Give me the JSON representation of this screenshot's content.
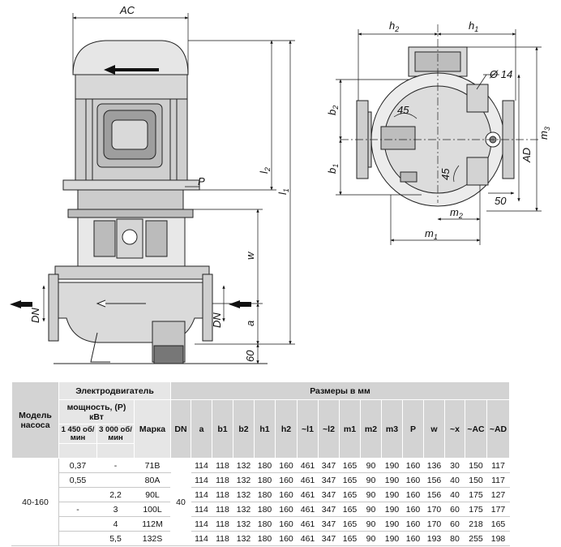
{
  "drawing": {
    "labels": {
      "AC": "AC",
      "h2": "h",
      "h2_sub": "2",
      "h1": "h",
      "h1_sub": "1",
      "d14": "Ø 14",
      "b2": "b",
      "b2_sub": "2",
      "b1": "b",
      "b1_sub": "1",
      "a45_top": "45",
      "a45_side": "45",
      "m3": "m",
      "m3_sub": "3",
      "AD": "AD",
      "d50": "50",
      "m2": "m",
      "m2_sub": "2",
      "m1": "m",
      "m1_sub": "1",
      "l2": "l",
      "l2_sub": "2",
      "l1": "l",
      "l1_sub": "1",
      "P": "P",
      "w": "w",
      "DN_left": "DN",
      "DN_right": "DN",
      "a": "a",
      "d60": "60"
    }
  },
  "table": {
    "h_model": "Модель насоса",
    "h_motor": "Электродвигатель",
    "h_dims": "Размеры в мм",
    "h_power": "мощность, (P) кВт",
    "h_rpm1": "1 450 об/мин",
    "h_rpm2": "3 000 об/мин",
    "h_brand": "Марка",
    "cols": [
      "DN",
      "a",
      "b1",
      "b2",
      "h1",
      "h2",
      "~l1",
      "~l2",
      "m1",
      "m2",
      "m3",
      "P",
      "w",
      "~x",
      "~AC",
      "~AD"
    ],
    "model": "40-160",
    "dn": "40",
    "rows": [
      {
        "p1450": "0,37",
        "p3000": "-",
        "brand": "71B",
        "vals": [
          "114",
          "118",
          "132",
          "180",
          "160",
          "461",
          "347",
          "165",
          "90",
          "190",
          "160",
          "136",
          "30",
          "150",
          "117"
        ]
      },
      {
        "p1450": "0,55",
        "p3000": "",
        "brand": "80A",
        "vals": [
          "114",
          "118",
          "132",
          "180",
          "160",
          "461",
          "347",
          "165",
          "90",
          "190",
          "160",
          "156",
          "40",
          "150",
          "117"
        ]
      },
      {
        "p1450": "",
        "p3000": "2,2",
        "brand": "90L",
        "vals": [
          "114",
          "118",
          "132",
          "180",
          "160",
          "461",
          "347",
          "165",
          "90",
          "190",
          "160",
          "156",
          "40",
          "175",
          "127"
        ]
      },
      {
        "p1450": "-",
        "p3000": "3",
        "brand": "100L",
        "vals": [
          "114",
          "118",
          "132",
          "180",
          "160",
          "461",
          "347",
          "165",
          "90",
          "190",
          "160",
          "170",
          "60",
          "175",
          "177"
        ]
      },
      {
        "p1450": "",
        "p3000": "4",
        "brand": "112M",
        "vals": [
          "114",
          "118",
          "132",
          "180",
          "160",
          "461",
          "347",
          "165",
          "90",
          "190",
          "160",
          "170",
          "60",
          "218",
          "165"
        ]
      },
      {
        "p1450": "",
        "p3000": "5,5",
        "brand": "132S",
        "vals": [
          "114",
          "118",
          "132",
          "180",
          "160",
          "461",
          "347",
          "165",
          "90",
          "190",
          "160",
          "193",
          "80",
          "255",
          "198"
        ]
      }
    ]
  }
}
